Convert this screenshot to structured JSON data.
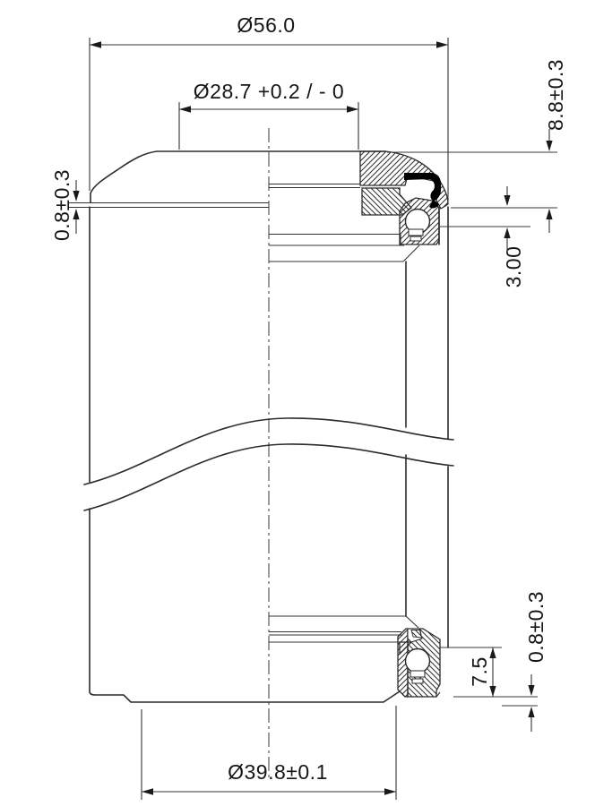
{
  "drawing_type": "technical-cross-section",
  "colors": {
    "line": "#2b2b2b",
    "dimension_text": "#161616",
    "seal_fill": "#000000",
    "background": "#ffffff"
  },
  "dimensions": {
    "outer_diameter_top": "Ø56.0",
    "bore_top": "Ø28.7 +0.2 / - 0",
    "stack_height_top": "8.8±0.3",
    "cover_overlap": "3.00",
    "gap_top_left": "0.8±0.3",
    "stack_height_bottom": "7.5",
    "gap_bottom_right": "0.8±0.3",
    "press_fit_diameter_bottom": "Ø39.8±0.1"
  }
}
